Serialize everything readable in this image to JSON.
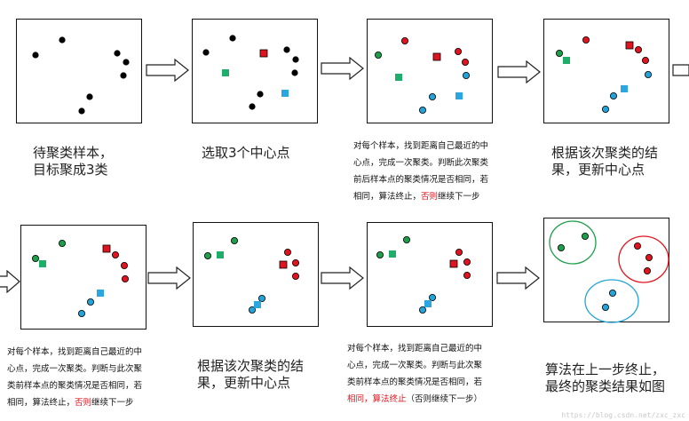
{
  "colors": {
    "black": "#000000",
    "red": "#e0141e",
    "green": "#1e9e4a",
    "green_center": "#1fae6a",
    "blue": "#23a3d8",
    "blue_center": "#2aa6e0",
    "highlight": "#e0141e"
  },
  "captions": {
    "step1": {
      "line1": "待聚类样本，",
      "line2": "目标聚成3类"
    },
    "step2": {
      "line1": "选取3个中心点"
    },
    "step3": {
      "line1": "对每个样本，找到距离自己最近的中",
      "line2": "心点，完成一次聚类。判断此次聚类",
      "line3": "前后样本点的聚类情况是否相同，若",
      "line4_a": "相同，算法终止，",
      "line4_red": "否则",
      "line4_b": "继续下一步"
    },
    "step4": {
      "line1": "根据该次聚类的结",
      "line2": "果，更新中心点"
    },
    "step5": {
      "line1": "对每个样本，找到距离自己最近的中",
      "line2": "心点，完成一次聚类。判断与此次聚",
      "line3": "类前样本点的聚类情况是否相同，若",
      "line4_a": "相同，算法终止，",
      "line4_red": "否则",
      "line4_b": "继续下一步"
    },
    "step6": {
      "line1": "根据该次聚类的结",
      "line2": "果，更新中心点"
    },
    "step7": {
      "line1": "对每个样本，找到距离自己最近的中",
      "line2": "心点，完成一次聚类。判断与此次聚",
      "line3": "类前样本点的聚类情况是否相同，若",
      "line4_red": "相同，算法终止",
      "line4_b": "（否则继续下一步）"
    },
    "step8": {
      "line1": "算法在上一步终止，",
      "line2": "最终的聚类结果如图"
    }
  },
  "watermark": "https://blog.csdn.net/zxc_zxc"
}
